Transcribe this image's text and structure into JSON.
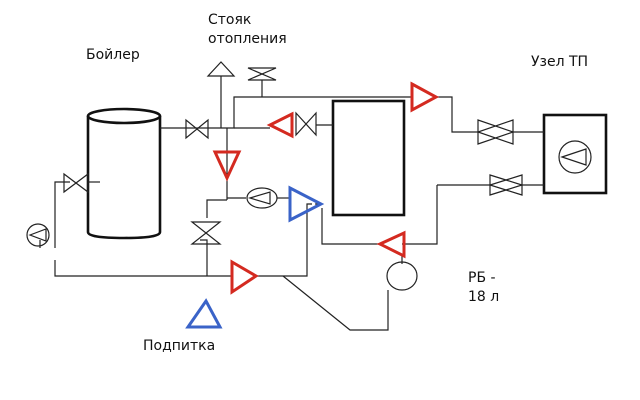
{
  "labels": {
    "boiler": "Бойлер",
    "riser_line1": "Стояк",
    "riser_line2": "отопления",
    "heat_unit": "Узел ТП",
    "tank_line1": "РБ -",
    "tank_line2": "18 л",
    "makeup": "Подпитка"
  },
  "colors": {
    "supply_arrow": "#d42a20",
    "return_arrow": "#3a63c8",
    "pipe": "#222222"
  },
  "icons": [
    "pump-icon",
    "valve-icon",
    "check-arrow-icon",
    "expansion-tank-icon",
    "heat-exchanger-icon"
  ]
}
